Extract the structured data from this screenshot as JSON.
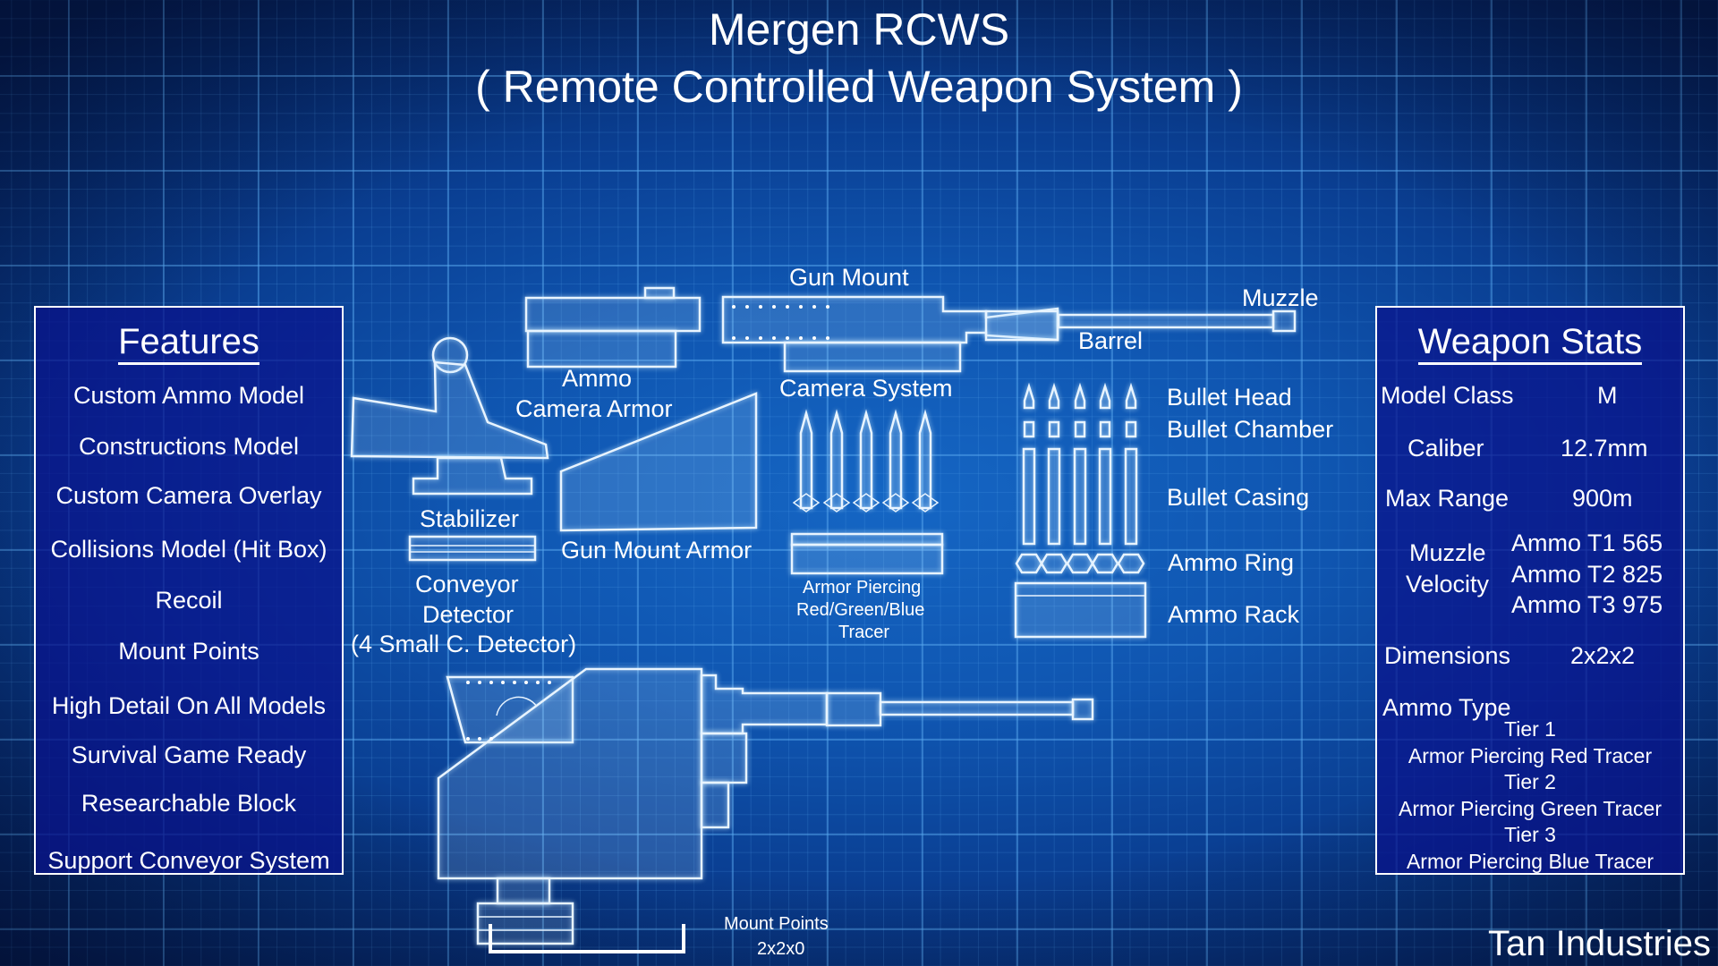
{
  "header": {
    "title": "Mergen RCWS",
    "subtitle": "( Remote Controlled Weapon System )"
  },
  "features": {
    "heading": "Features",
    "items": [
      "Custom Ammo Model",
      "Constructions Model",
      "Custom Camera Overlay",
      "Collisions Model (Hit Box)",
      "Recoil",
      "Mount Points",
      "High Detail On All Models",
      "Survival Game Ready",
      "Researchable Block",
      "Support Conveyor System"
    ]
  },
  "weapon_stats": {
    "heading": "Weapon Stats",
    "model_class": {
      "label": "Model Class",
      "value": "M"
    },
    "caliber": {
      "label": "Caliber",
      "value": "12.7mm"
    },
    "max_range": {
      "label": "Max Range",
      "value": "900m"
    },
    "muzzle_velocity": {
      "label_line1": "Muzzle",
      "label_line2": "Velocity",
      "values": [
        "Ammo T1 565",
        "Ammo T2 825",
        "Ammo T3 975"
      ]
    },
    "dimensions": {
      "label": "Dimensions",
      "value": "2x2x2"
    },
    "ammo_type": {
      "label": "Ammo Type",
      "lines": [
        "Tier 1",
        "Armor Piercing Red Tracer",
        "Tier 2",
        "Armor Piercing Green Tracer",
        "Tier 3",
        "Armor Piercing Blue Tracer"
      ]
    }
  },
  "diagram_labels": {
    "gun_mount": "Gun Mount",
    "muzzle": "Muzzle",
    "barrel": "Barrel",
    "camera_system": "Camera System",
    "ammo_camera_armor_line1": "Ammo",
    "ammo_camera_armor_line2": "Camera Armor",
    "stabilizer": "Stabilizer",
    "gun_mount_armor": "Gun Mount Armor",
    "conveyor_detector_line1": "Conveyor",
    "conveyor_detector_line2": "Detector",
    "conveyor_detector_line3": "(4 Small C. Detector)",
    "ammo_belt_line1": "Armor Piercing",
    "ammo_belt_line2": "Red/Green/Blue",
    "ammo_belt_line3": "Tracer",
    "bullet_head": "Bullet Head",
    "bullet_chamber": "Bullet Chamber",
    "bullet_casing": "Bullet Casing",
    "ammo_ring": "Ammo Ring",
    "ammo_rack": "Ammo Rack",
    "mount_points_line1": "Mount Points",
    "mount_points_line2": "2x2x0"
  },
  "footer": {
    "company": "Tan Industries"
  },
  "colors": {
    "background_center": "#1566c4",
    "background_edge": "#041a4a",
    "panel_fill": "#0a148c",
    "line_color": "#ffffff"
  }
}
